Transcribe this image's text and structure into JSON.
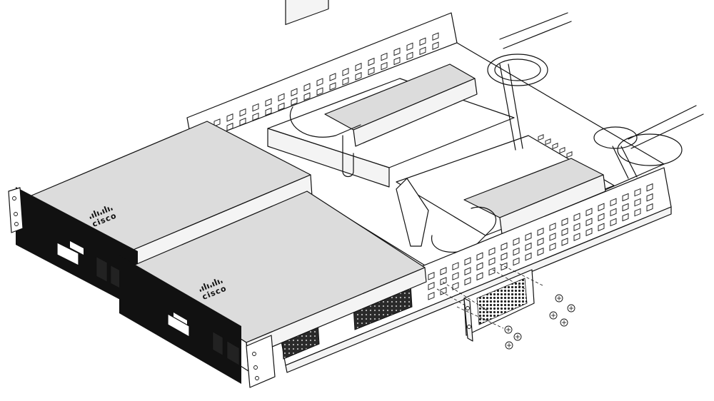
{
  "figure": {
    "brand_logo": "cisco",
    "units": [
      {
        "name": "left-router",
        "logo": "cisco"
      },
      {
        "name": "right-router",
        "logo": "cisco"
      }
    ],
    "colors": {
      "line": "#111111",
      "top_face": "#dcdcdc",
      "mesh": "#222222",
      "background": "#ffffff"
    },
    "icons": [
      "screw-icon",
      "vent-mesh",
      "rack-ear",
      "power-adapter",
      "cable-loop"
    ]
  }
}
